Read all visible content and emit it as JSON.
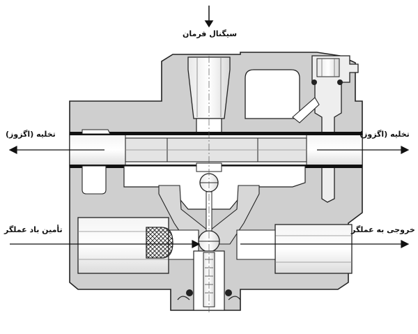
{
  "labels": {
    "signal": "سیگنال فرمان",
    "exhaust_left": "تخلیه (اگزوز)",
    "exhaust_right": "تخلیه (اگزوز)",
    "supply": "تأمین باد عملگر",
    "output": "خروجی به عملگر"
  },
  "colors": {
    "body": "#cfcfcf",
    "outline": "#222222",
    "passage": "#ffffff",
    "bore": "#e6e6e6"
  }
}
